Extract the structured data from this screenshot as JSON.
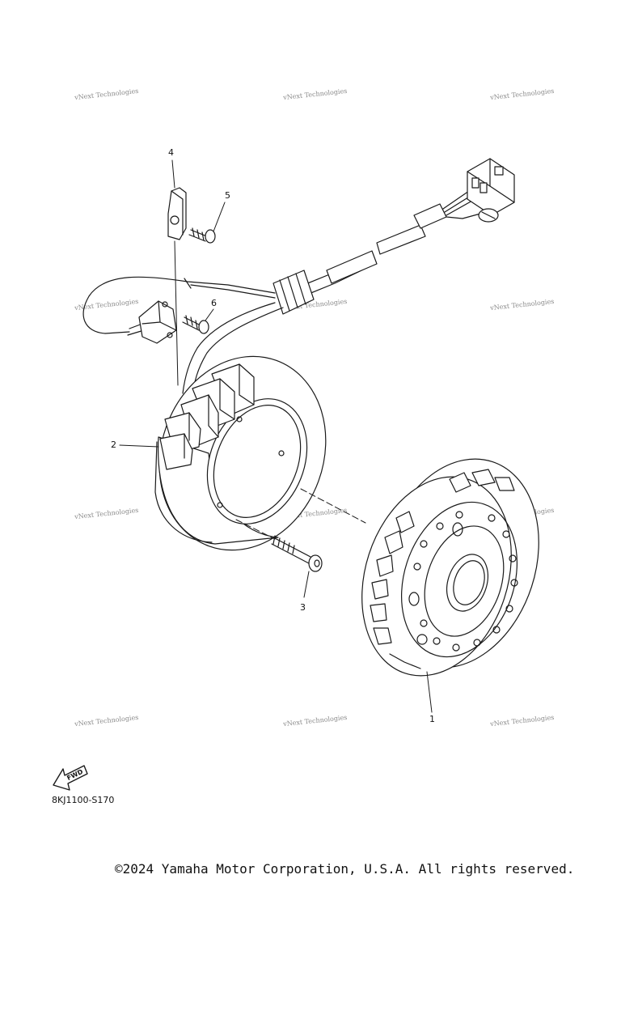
{
  "watermark_text": "vNext Technologies",
  "callouts": {
    "c1": "1",
    "c2": "2",
    "c3": "3",
    "c4": "4",
    "c5": "5",
    "c6": "6"
  },
  "fwd_label": "FWD",
  "diagram_code": "8KJ1100-S170",
  "copyright": "©2024 Yamaha Motor Corporation, U.S.A. All rights reserved."
}
